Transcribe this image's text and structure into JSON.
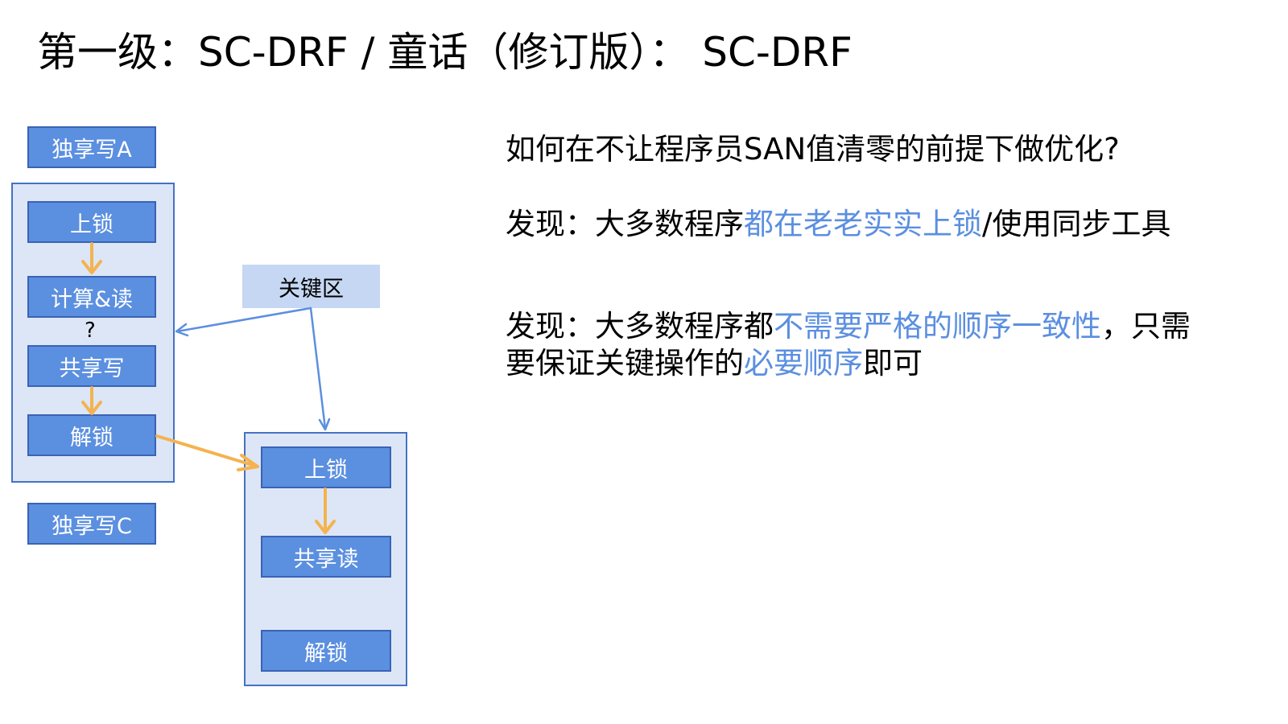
{
  "title": "第一级：SC-DRF / 童话（修订版）： SC-DRF",
  "diagram": {
    "exclusive_write_a": "独享写A",
    "exclusive_write_c": "独享写C",
    "thread_a": {
      "lock": "上锁",
      "compute_read": "计算&读",
      "question": "?",
      "shared_write": "共享写",
      "unlock": "解锁"
    },
    "critical_section": "关键区",
    "thread_b": {
      "lock": "上锁",
      "shared_read": "共享读",
      "unlock": "解锁"
    }
  },
  "notes": {
    "question": "如何在不让程序员SAN值清零的前提下做优化?",
    "finding1": {
      "prefix": "发现：大多数程序",
      "highlight": "都在老老实实上锁",
      "suffix": "/使用同步工具"
    },
    "finding2": {
      "prefix": "发现：大多数程序都",
      "highlight1": "不需要严格的顺序一致性",
      "mid": "，只需要保证关键操作的",
      "highlight2": "必要顺序",
      "suffix": "即可"
    }
  },
  "colors": {
    "box_fill": "#5b8fe0",
    "group_fill": "#dde6f6",
    "orange_arrow": "#f4b350",
    "blue_arrow": "#5b8fe0",
    "highlight_text": "#5b8fe0"
  }
}
